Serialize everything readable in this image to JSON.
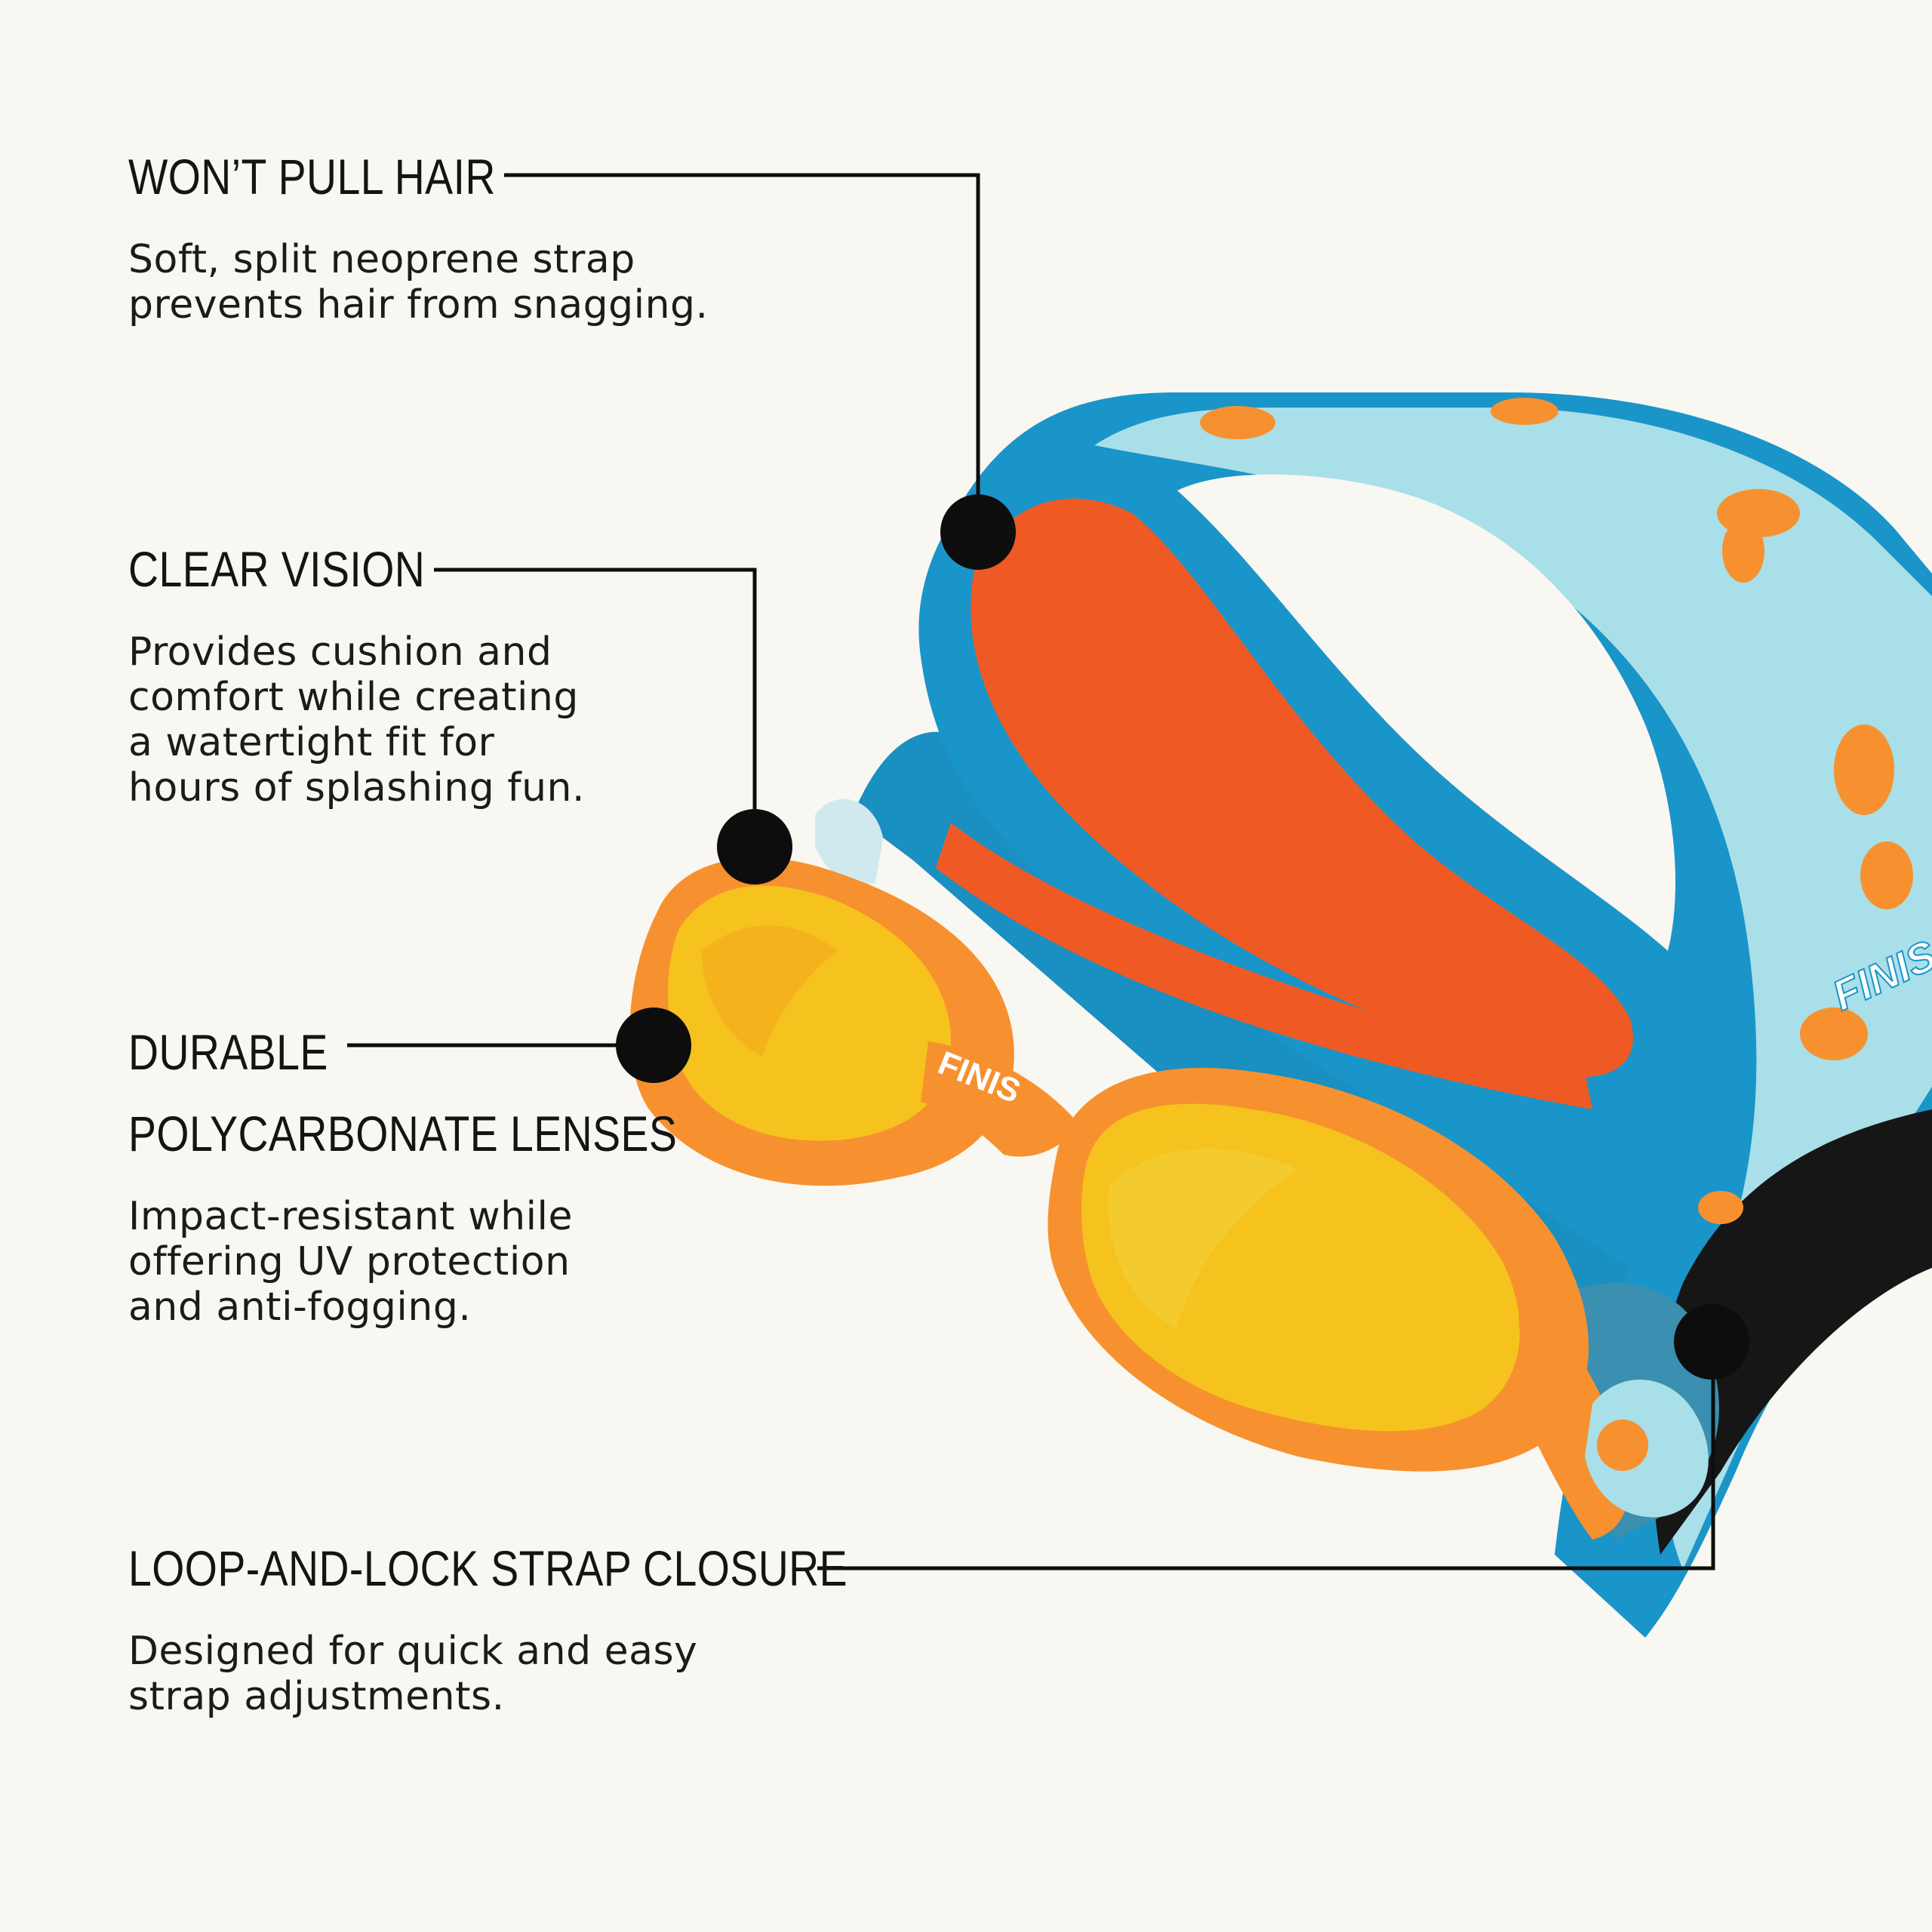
{
  "features": [
    {
      "heading": "WON’T PULL HAIR",
      "description": "Soft, split neoprene strap\nprevents hair from snagging."
    },
    {
      "heading": "CLEAR VISION",
      "description": "Provides cushion and\ncomfort while creating\na watertight fit for\nhours of splashing fun."
    },
    {
      "heading_lines": [
        "DURABLE",
        "POLYCARBONATE LENSES"
      ],
      "description": "Impact-resistant while\noffering UV protection\nand anti-fogging."
    },
    {
      "heading": "LOOP-AND-LOCK STRAP CLOSURE",
      "description": "Designed for quick and easy\nstrap adjustments."
    }
  ],
  "product": {
    "brand_lens": "FINIS",
    "brand_strap": "FINIS"
  },
  "colors": {
    "background": "#f8f7f1",
    "callout": "#0d0d0d",
    "strap_blue": "#1a95c9",
    "strap_light": "#a9dfe8",
    "strap_inner": "#ef5a24",
    "frame_orange": "#f7912f",
    "lens_yellow": "#f5c21e"
  }
}
